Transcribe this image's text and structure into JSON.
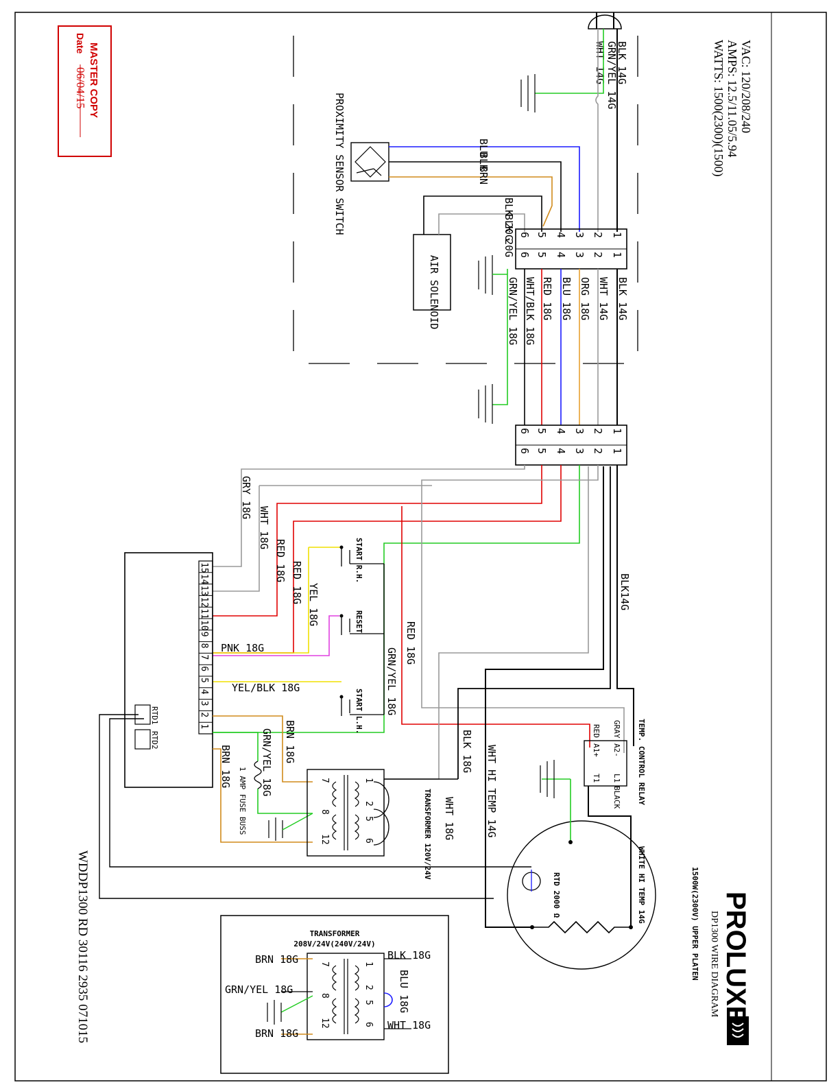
{
  "stamp": {
    "line1": "MASTER COPY",
    "line2": "Date",
    "date": "06/04/15"
  },
  "specs": {
    "vac": "VAC:  120/208/240",
    "amps": "AMPS: 12.5/11.05/5.94",
    "watts": "WATTS: 1500(2300)(1500)"
  },
  "brand": {
    "logo": "PROLUXE",
    "title": "DP1300 WIRE DIAGRAM"
  },
  "footer": {
    "code": "WDDP1300 RD 30116 2935 071015"
  },
  "plug": {
    "blk": "BLK 14G",
    "grnyel": "GRN/YEL 14G",
    "wht": "WHT 14G"
  },
  "sensor": {
    "title": "PROXIMITY SENSOR SWITCH",
    "blu": "BLU",
    "blk": "BLK",
    "brn": "BRN"
  },
  "solenoid": {
    "title": "AIR SOLENOID",
    "w1": "BLK 20G",
    "w2": "BLK 20G"
  },
  "connector1": {
    "pins": [
      "1",
      "2",
      "3",
      "4",
      "5",
      "6"
    ],
    "wires": [
      "BLK 14G",
      "WHT 14G",
      "ORG 18G",
      "BLU 18G",
      "RED 18G",
      "WHT/BLK 18G",
      "GRN/YEL 18G"
    ]
  },
  "connector2": {
    "pins": [
      "1",
      "2",
      "3",
      "4",
      "5",
      "6"
    ]
  },
  "controller": {
    "wires": [
      "GRY 18G",
      "WHT 18G",
      "RED 18G",
      "RED 18G",
      "YEL 18G",
      "PNK 18G",
      "YEL/BLK 18G",
      "BRN 18G",
      "GRN/YEL 18G",
      "BRN 18G",
      "RED 18G",
      "GRN/YEL 18G",
      "BLK14G",
      "BLK 18G",
      "WHT 18G"
    ],
    "terminals": [
      "15",
      "14",
      "13",
      "12",
      "11",
      "10",
      "9",
      "8",
      "7",
      "6",
      "5",
      "4",
      "3",
      "2",
      "1"
    ],
    "rtd1": "RTD1",
    "rtd2": "RTD2"
  },
  "switches": {
    "start_rh": "START R.H.",
    "reset": "RESET",
    "start_lh": "START L.H."
  },
  "fuse": {
    "label": "1 AMP FUSE BUSS"
  },
  "transformer": {
    "title": "TRANSFORMER 120V/24V",
    "p1": "1",
    "p2": "2",
    "p5": "5",
    "p6": "6",
    "s7": "7",
    "s8": "8",
    "s12": "12"
  },
  "relay": {
    "title": "TEMP. CONTROL RELAY",
    "gray": "GRAY",
    "red": "RED",
    "a2": "A2-",
    "a1": "A1+",
    "l1": "L1",
    "t1": "T1",
    "black": "BLACK"
  },
  "platen": {
    "title": "1500W(2300V) UPPER PLATEN",
    "wire": "WHITE HI TEMP 14G",
    "rtd": "RTD 2000 Ω",
    "wire2": "WHT HI TEMP 14G"
  },
  "transformer2": {
    "title": "TRANSFORMER",
    "sub": "208V/24V(240V/24V)",
    "brn1": "BRN 18G",
    "grn": "GRN/YEL 18G",
    "brn2": "BRN 18G",
    "blk": "BLK 18G",
    "blu": "BLU 18G",
    "wht": "WHT 18G",
    "pins": [
      "7",
      "8",
      "12",
      "1",
      "2",
      "5",
      "6"
    ]
  },
  "colors": {
    "blue": "#1a1aff",
    "brown": "#d08a1a",
    "green": "#22cc22",
    "red": "#e00000",
    "yellow": "#f0e000",
    "magenta": "#e040e0",
    "gray": "#999999",
    "orange": "#e8a030",
    "stamp": "#d00000"
  }
}
